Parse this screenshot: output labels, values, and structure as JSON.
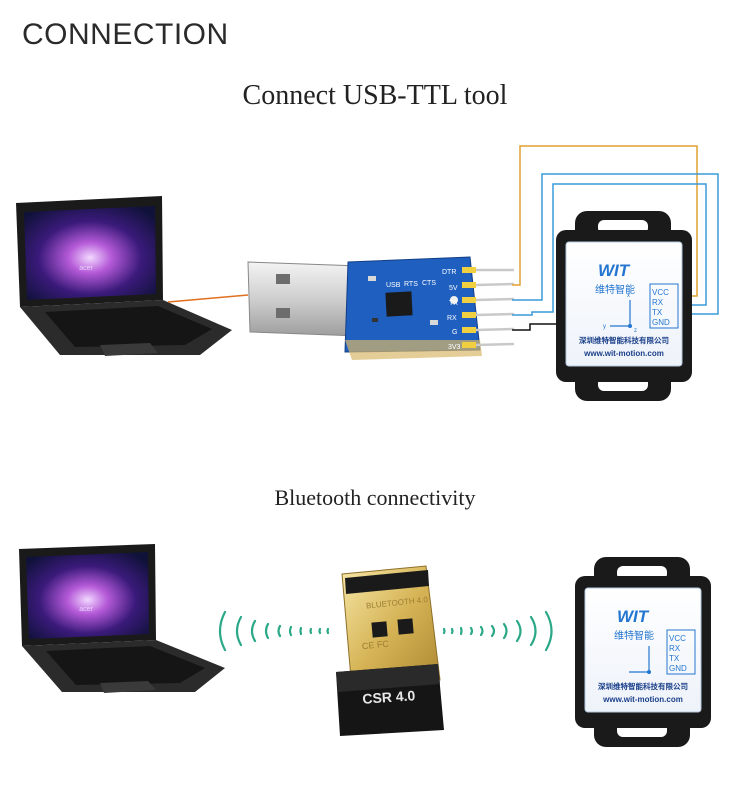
{
  "page": {
    "title": "CONNECTION"
  },
  "usb_section": {
    "title": "Connect USB-TTL tool",
    "laptop": {
      "brand": "acer"
    },
    "adapter": {
      "chip_labels": [
        "USB",
        "RTS",
        "CTS"
      ],
      "pin_labels": [
        "DTR",
        "5V",
        "TX",
        "RX",
        "G",
        "3V3"
      ]
    },
    "sensor": {
      "logo": "WIT",
      "cn_name": "维特智能",
      "pins": [
        "VCC",
        "RX",
        "TX",
        "GND"
      ],
      "company_cn": "深圳维特智能科技有限公司",
      "url": "www.wit-motion.com",
      "axis_x": "x",
      "axis_y": "y",
      "axis_z": "z"
    },
    "wire_colors": {
      "vcc": "#e0a030",
      "rx": "#3a9ad9",
      "tx": "#111111",
      "laptop": "#e07020"
    }
  },
  "bluetooth_section": {
    "title": "Bluetooth connectivity",
    "laptop": {
      "brand": "acer"
    },
    "dongle": {
      "brand_text": "BLUETOOTH 4.0",
      "cert_text": "CE FC",
      "model": "CSR 4.0"
    },
    "sensor": {
      "logo": "WIT",
      "cn_name": "维特智能",
      "pins": [
        "VCC",
        "RX",
        "TX",
        "GND"
      ],
      "company_cn": "深圳维特智能科技有限公司",
      "url": "www.wit-motion.com"
    },
    "wave_color": "#2aa887"
  }
}
